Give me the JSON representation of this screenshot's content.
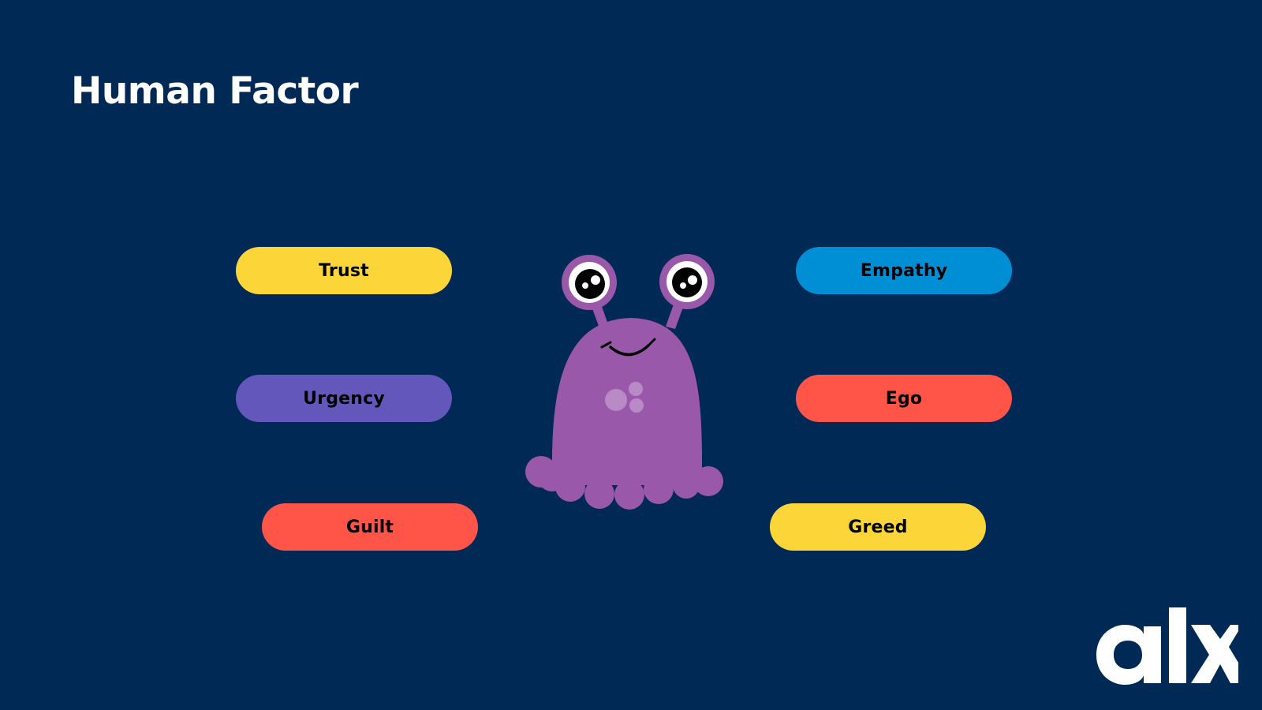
{
  "slide": {
    "title": "Human Factor"
  },
  "factors": [
    {
      "label": "Trust",
      "color": "#FCD638"
    },
    {
      "label": "Urgency",
      "color": "#6457BC"
    },
    {
      "label": "Guilt",
      "color": "#FE5548"
    },
    {
      "label": "Empathy",
      "color": "#008FD5"
    },
    {
      "label": "Ego",
      "color": "#FE5548"
    },
    {
      "label": "Greed",
      "color": "#FCD638"
    }
  ],
  "illustration": {
    "name": "purple-monster-illustration",
    "body_color": "#9A58AA"
  },
  "brand": {
    "logo_name": "alx-logo",
    "logo_color": "#FFFFFF",
    "background": "#002955"
  }
}
